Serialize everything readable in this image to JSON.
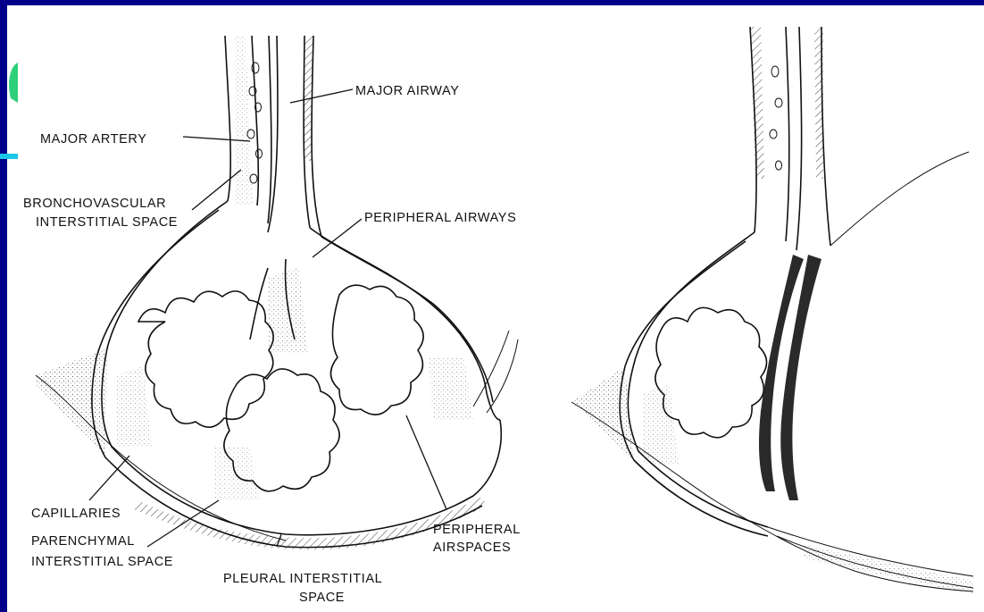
{
  "left_diagram": {
    "labels": {
      "major_airway": "MAJOR AIRWAY",
      "major_artery": "MAJOR ARTERY",
      "bronchovascular_1": "BRONCHOVASCULAR",
      "bronchovascular_2": "INTERSTITIAL SPACE",
      "peripheral_airways": "PERIPHERAL AIRWAYS",
      "peripheral_airspaces_1": "PERIPHERAL",
      "peripheral_airspaces_2": "AIRSPACES",
      "capillaries": "CAPILLARIES",
      "parenchymal_1": "PARENCHYMAL",
      "parenchymal_2": "INTERSTITIAL SPACE",
      "pleural_1": "PLEURAL INTERSTITIAL",
      "pleural_2": "SPACE"
    }
  },
  "colors": {
    "slide_background": "#00008a",
    "panel_background": "#ffffff",
    "ink": "#111111",
    "slide_accent_green": "#2fd07a",
    "slide_accent_cyan": "#19c7e6"
  }
}
